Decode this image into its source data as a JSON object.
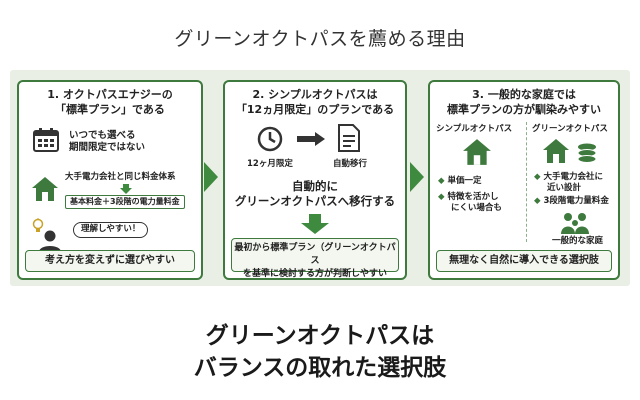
{
  "title": "グリーンオクトパスを薦める理由",
  "panels": [
    {
      "heading_line1": "1. オクトパスエナジーの",
      "heading_line2": "「標準プラン」である",
      "calendar_text_line1": "いつでも選べる",
      "calendar_text_line2": "期間限定ではない",
      "utility_text": "大手電力会社と同じ料金体系",
      "rate_tag": "基本料金＋3段階の電力量料金",
      "speech": "理解しやすい！",
      "footer": "考え方を変えずに選びやすい"
    },
    {
      "heading_line1": "2. シンプルオクトパスは",
      "heading_line2": "「12ヵ月限定」のプランである",
      "clock_label": "12ヶ月限定",
      "doc_label": "自動移行",
      "auto_line1": "自動的に",
      "auto_line2": "グリーンオクトパスへ移行する",
      "footer_line1": "最初から標準プラン（グリーンオクトパス",
      "footer_line2": "を基準に検討する方が判断しやすい"
    },
    {
      "heading_line1": "3. 一般的な家庭では",
      "heading_line2": "標準プランの方が馴染みやすい",
      "left_label": "シンプルオクトパス",
      "left_points": [
        "単価一定",
        "特徴を活かし",
        "にくい場合も"
      ],
      "right_label": "グリーンオクトパス",
      "right_points": [
        "大手電力会社に",
        "近い設計",
        "3段階電力量料金"
      ],
      "family_label": "一般的な家庭",
      "footer": "無理なく自然に導入できる選択肢"
    }
  ],
  "summary_line1": "グリーンオクトパスは",
  "summary_line2": "バランスの取れた選択肢",
  "colors": {
    "accent": "#3e7a3d",
    "arrow": "#3e8a3e",
    "band": "#e9efe4"
  }
}
